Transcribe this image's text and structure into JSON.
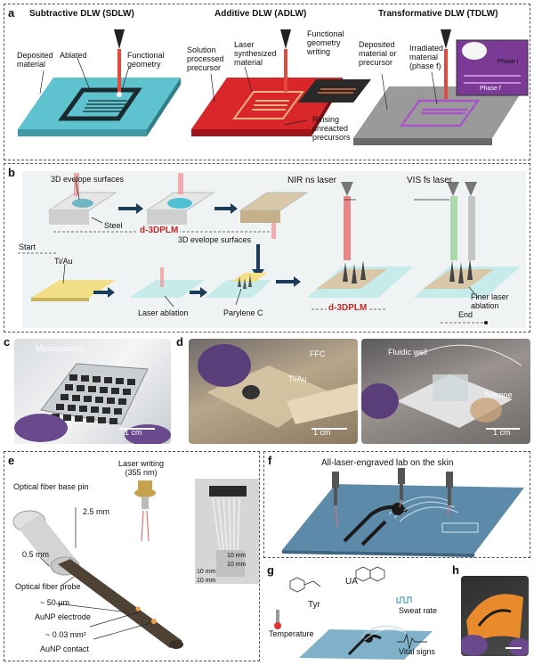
{
  "panels": {
    "a": {
      "label": "a",
      "titles": [
        "Subtractive DLW (SDLW)",
        "Additive DLW (ADLW)",
        "Transformative DLW (TDLW)"
      ],
      "sdlw": {
        "deposited": "Deposited\nmaterial",
        "ablated": "Ablated",
        "functional": "Functional\ngeometry"
      },
      "adlw": {
        "solution": "Solution\nprocessed\nprecursor",
        "laser": "Laser\nsynthesized\nmaterial",
        "writing": "Functional\ngeometry\nwriting",
        "rinsing": "Rinsing\nunreacted\nprecursors"
      },
      "tdlw": {
        "deposited": "Deposited\nmaterial or\nprecursor",
        "irradiated": "Irradiated\nmaterial\n(phase f)",
        "phase_i": "Phase i",
        "phase_f": "Phase f"
      }
    },
    "b": {
      "label": "b",
      "envelope1": "3D evelope surfaces",
      "envelope2": "3D evelope surfaces",
      "steel": "Steel",
      "d3dplm": "d-3DPLM",
      "start": "Start",
      "tiau": "Ti/Au",
      "laser_ablation": "Laser ablation",
      "parylene": "Parylene C",
      "nir": "NIR ns laser",
      "vis": "VIS fs laser",
      "d3dplm2": "d-3DPLM",
      "finer": "Finer laser\nablation",
      "end": "End"
    },
    "c": {
      "label": "c",
      "microneedles": "Microneedles",
      "scale": "1 cm"
    },
    "d": {
      "label": "d",
      "ffc": "FFC",
      "tiau": "Ti/Au",
      "fluidic": "Fluidic well",
      "silicone": "Silicone",
      "scale1": "1 cm",
      "scale2": "1 cm"
    },
    "e": {
      "label": "e",
      "laser_writing": "Laser writing\n(355 nm)",
      "base_pin": "Optical fiber base pin",
      "d25": "2.5 mm",
      "d05": "0.5 mm",
      "probe": "Optical fiber probe",
      "d50": "~ 50 µm",
      "electrode": "AuNP electrode",
      "area": "~ 0.03 mm²",
      "contact": "AuNP contact",
      "mm1": "10 mm",
      "mm2": "10 mm",
      "mm3": "10 mm",
      "mm4": "10 mm"
    },
    "f": {
      "label": "f",
      "title": "All-laser-engraved lab on the skin"
    },
    "g": {
      "label": "g",
      "tyr": "Tyr",
      "ua": "UA",
      "temperature": "Temperature",
      "sweat": "Sweat rate",
      "vital": "Vital signs"
    },
    "h": {
      "label": "h"
    }
  },
  "colors": {
    "cyan": "#5ec3cf",
    "red": "#d8262b",
    "purple": "#a855c7",
    "gray": "#9a9a9a",
    "labelred": "#c62828"
  }
}
